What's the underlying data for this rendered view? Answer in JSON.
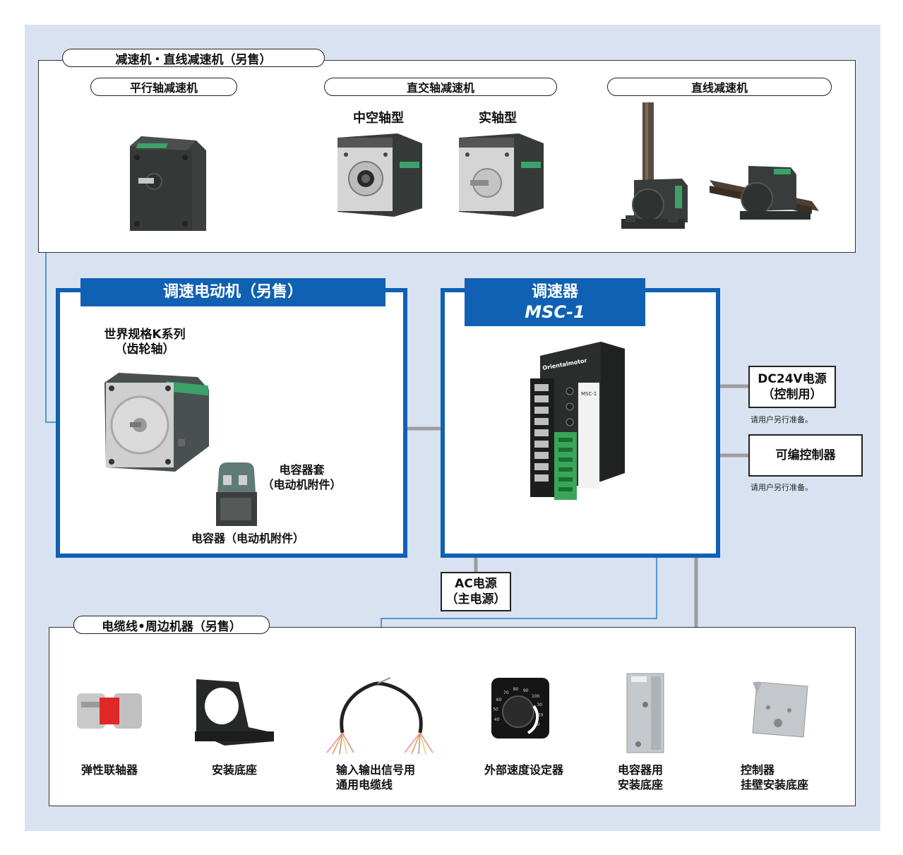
{
  "reducers": {
    "title": "减速机・直线减速机（另售）",
    "parallel": "平行轴减速机",
    "rightangle": "直交轴减速机",
    "hollow": "中空轴型",
    "solid": "实轴型",
    "linear": "直线减速机"
  },
  "motor_section": {
    "title": "调速电动机（另售）",
    "motor_label": [
      "世界规格K系列",
      "（齿轮轴）"
    ],
    "cap_cover": [
      "电容器套",
      "（电动机附件）"
    ],
    "capacitor": "电容器（电动机附件）"
  },
  "controller_section": {
    "title": "调速器",
    "model": "MSC-1",
    "brand": "Orientalmotor",
    "device_model": "MSC-1"
  },
  "side_items": {
    "dc24v": [
      "DC24V电源",
      "（控制用）"
    ],
    "dc24v_note": "请用户另行准备。",
    "plc": "可编控制器",
    "plc_note": "请用户另行准备。",
    "ac": [
      "AC电源",
      "（主电源）"
    ]
  },
  "cables": {
    "title": "电缆线•周边机器（另售）",
    "items": [
      [
        "弹性联轴器"
      ],
      [
        "安装底座"
      ],
      [
        "输入输出信号用",
        "通用电缆线"
      ],
      [
        "外部速度设定器"
      ],
      [
        "电容器用",
        "安装底座"
      ],
      [
        "控制器",
        "挂壁安装底座"
      ]
    ],
    "dial_ticks": [
      "40",
      "50",
      "60",
      "70",
      "80",
      "90",
      "100",
      "30",
      "20",
      "10"
    ]
  },
  "colors": {
    "blue": "#1060b4",
    "bg": "#d9e2f1",
    "wire": "#9d9d9d",
    "arrow": "#2a7cc8"
  }
}
